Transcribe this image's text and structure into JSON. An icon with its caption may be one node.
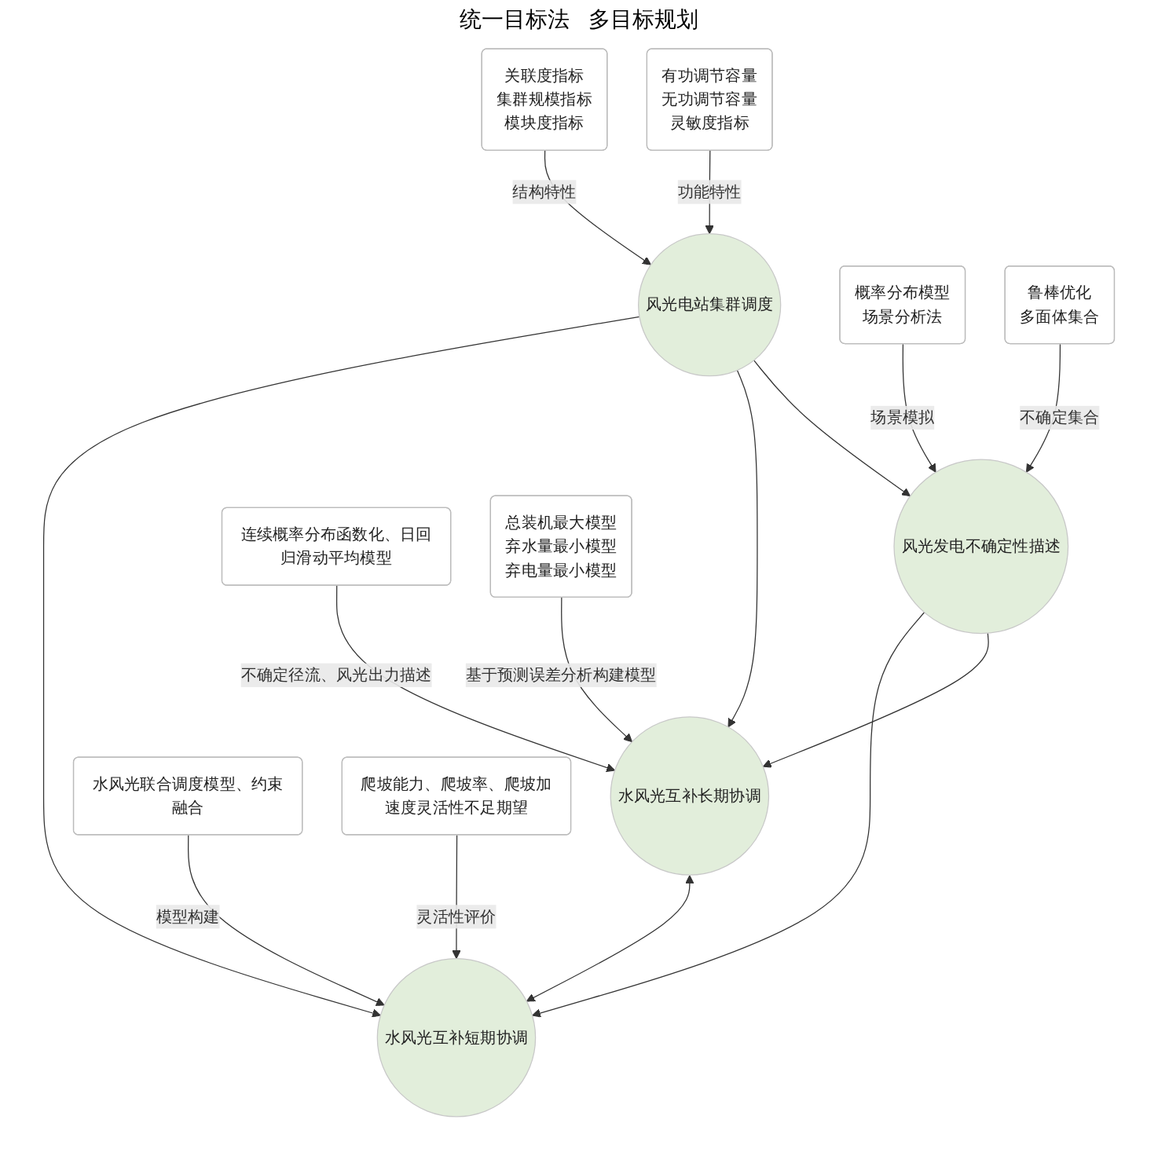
{
  "diagram": {
    "nodes": [
      {
        "text": [
          "有功调节容量",
          "无功调节容量",
          "灵敏度指标"
        ]
      },
      {
        "text": [
          "关联度指标",
          "集群规模指标",
          "模块度指标"
        ]
      },
      {
        "text": [
          "概率分布模型",
          "场景分析法"
        ]
      },
      {
        "text": [
          "鲁棒优化",
          "多面体集合"
        ]
      },
      {
        "text": [
          "风光电站集群调度"
        ]
      },
      {
        "text": [
          "风光发电不确定性描述"
        ]
      },
      {
        "text": [
          "水风光互补长期协调"
        ]
      },
      {
        "text": [
          "水风光互补短期协调"
        ]
      },
      {
        "text": [
          "连续概率分布函数化、日回归滑动平均模型"
        ]
      },
      {
        "text": [
          "总装机最大模型",
          "弃水量最小模型",
          "弃电量最小模型"
        ]
      },
      {
        "text": [
          "水风光联合调度模型、约束融合"
        ]
      },
      {
        "text": [
          "爬坡能力、爬坡率、爬坡加速度灵活性不足期望"
        ]
      }
    ],
    "edges": [
      {
        "from": 0,
        "to": 4,
        "label": "功能特性",
        "arrow": "to"
      },
      {
        "from": 1,
        "to": 4,
        "label": "结构特性",
        "arrow": "to"
      },
      {
        "from": 2,
        "to": 5,
        "label": "场景模拟",
        "arrow": "to"
      },
      {
        "from": 3,
        "to": 5,
        "label": "不确定集合",
        "arrow": "to"
      },
      {
        "from": 4,
        "to": 5,
        "arrow": "to"
      },
      {
        "from": 4,
        "to": 6,
        "arrow": "to"
      },
      {
        "from": 4,
        "to": 7,
        "arrow": "to"
      },
      {
        "from": 5,
        "to": 6,
        "arrow": "to"
      },
      {
        "from": 5,
        "to": 7,
        "arrow": "to"
      },
      {
        "from": 6,
        "to": 7,
        "arrow": "both"
      },
      {
        "from": 8,
        "to": 6,
        "label": "不确定径流、风光出力描述",
        "arrow": "to"
      },
      {
        "from": 9,
        "to": 6,
        "label": "基于预测误差分析构建模型",
        "arrow": "to"
      },
      {
        "from": 10,
        "to": 7,
        "label": "模型构建",
        "arrow": "to"
      },
      {
        "from": 11,
        "to": 7,
        "label": "灵活性评价",
        "arrow": "to"
      }
    ],
    "labels": [
      "统一目标法",
      "多目标规划"
    ]
  }
}
